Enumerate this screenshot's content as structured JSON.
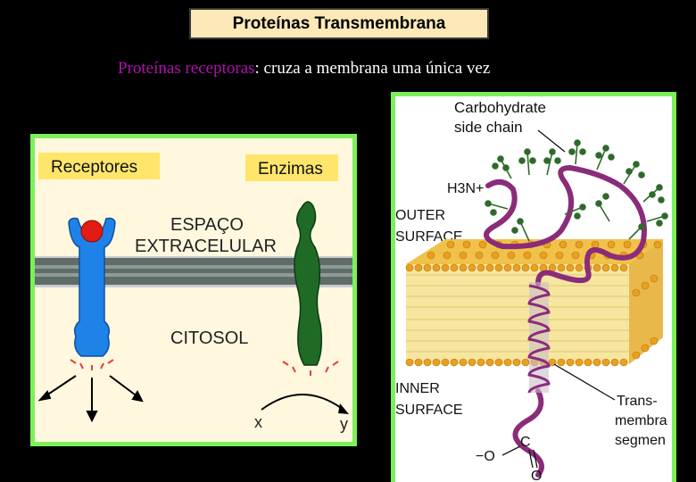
{
  "slide": {
    "title": "Proteínas Transmembrana",
    "subtitle_highlight": "Proteínas receptoras",
    "subtitle_rest": ": cruza  a membrana uma única vez"
  },
  "left_figure": {
    "label_receptores": "Receptores",
    "label_enzimas": "Enzimas",
    "espaco_line1": "ESPAÇO",
    "espaco_line2": "EXTRACELULAR",
    "citosol": "CITOSOL",
    "substrate_x": "x",
    "product_y": "y",
    "colors": {
      "receptor": "#1f82e8",
      "enzyme": "#1f6b25",
      "ligand": "#e41a14",
      "membrane": "#5a6a66",
      "label_box": "#ffe66a"
    }
  },
  "right_figure": {
    "carbohydrate_line1": "Carbohydrate",
    "carbohydrate_line2": "side chain",
    "n_terminus": "H3N+",
    "outer_line1": "OUTER",
    "outer_line2": "SURFACE",
    "inner_line1": "INNER",
    "inner_line2": "SURFACE",
    "trans_line1": "Trans-",
    "trans_line2": "membra",
    "trans_line3": "segmen",
    "c_terminus_o": "−O",
    "c_terminus_c": "C",
    "c_terminus_o2": "O",
    "colors": {
      "chain": "#8a2c7a",
      "lipid_head": "#e9a020",
      "lipid_tail": "#f5e08a",
      "sugar": "#2f6a2a"
    }
  }
}
